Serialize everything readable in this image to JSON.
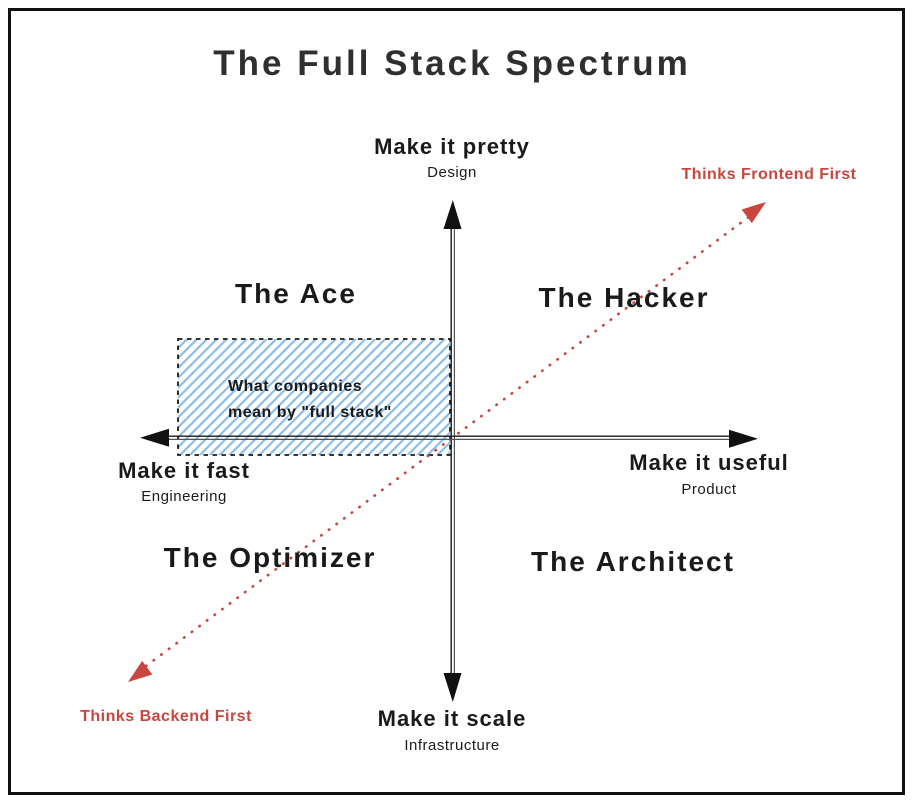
{
  "title": "The Full Stack Spectrum",
  "axes": {
    "top": {
      "label": "Make it pretty",
      "sublabel": "Design"
    },
    "right": {
      "label": "Make it useful",
      "sublabel": "Product"
    },
    "bottom": {
      "label": "Make it scale",
      "sublabel": "Infrastructure"
    },
    "left": {
      "label": "Make it fast",
      "sublabel": "Engineering"
    }
  },
  "quadrants": {
    "top_left": {
      "label": "The Ace"
    },
    "top_right": {
      "label": "The Hacker"
    },
    "bottom_left": {
      "label": "The Optimizer"
    },
    "bottom_right": {
      "label": "The Architect"
    }
  },
  "diagonal_arrow": {
    "top_end_label": "Thinks Frontend First",
    "bottom_end_label": "Thinks Backend First",
    "style": "dotted",
    "color": "#c9453f"
  },
  "highlight_box": {
    "line1": "What companies",
    "line2": "mean by \"full stack\"",
    "hatch_color": "#8abde9",
    "border_style": "dashed"
  },
  "colors": {
    "background": "#ffffff",
    "frame_border": "#111111",
    "text": "#1a1a1a",
    "accent_red": "#c9453f",
    "hatch_blue": "#8abde9"
  }
}
